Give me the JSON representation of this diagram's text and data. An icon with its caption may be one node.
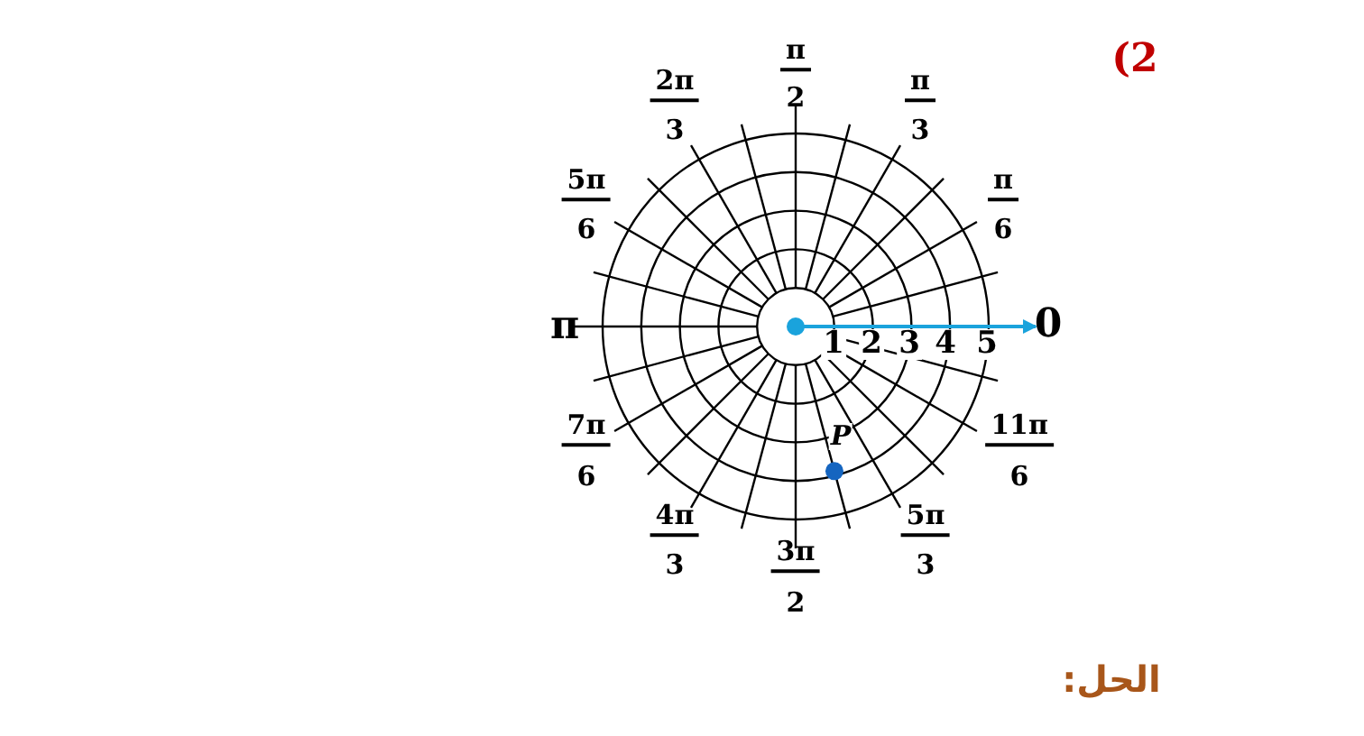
{
  "diagram": {
    "labels": [
      "(2",
      "π",
      "2",
      "2π",
      "3",
      "π",
      "3",
      "5π",
      "6",
      "π",
      "6",
      "π",
      "0",
      "1",
      "2",
      "3",
      "4",
      "5",
      "7π",
      "6",
      "11π",
      "6",
      "P",
      "4π",
      "3",
      "5π",
      "3",
      "3π",
      "2",
      "الحل:"
    ]
  }
}
